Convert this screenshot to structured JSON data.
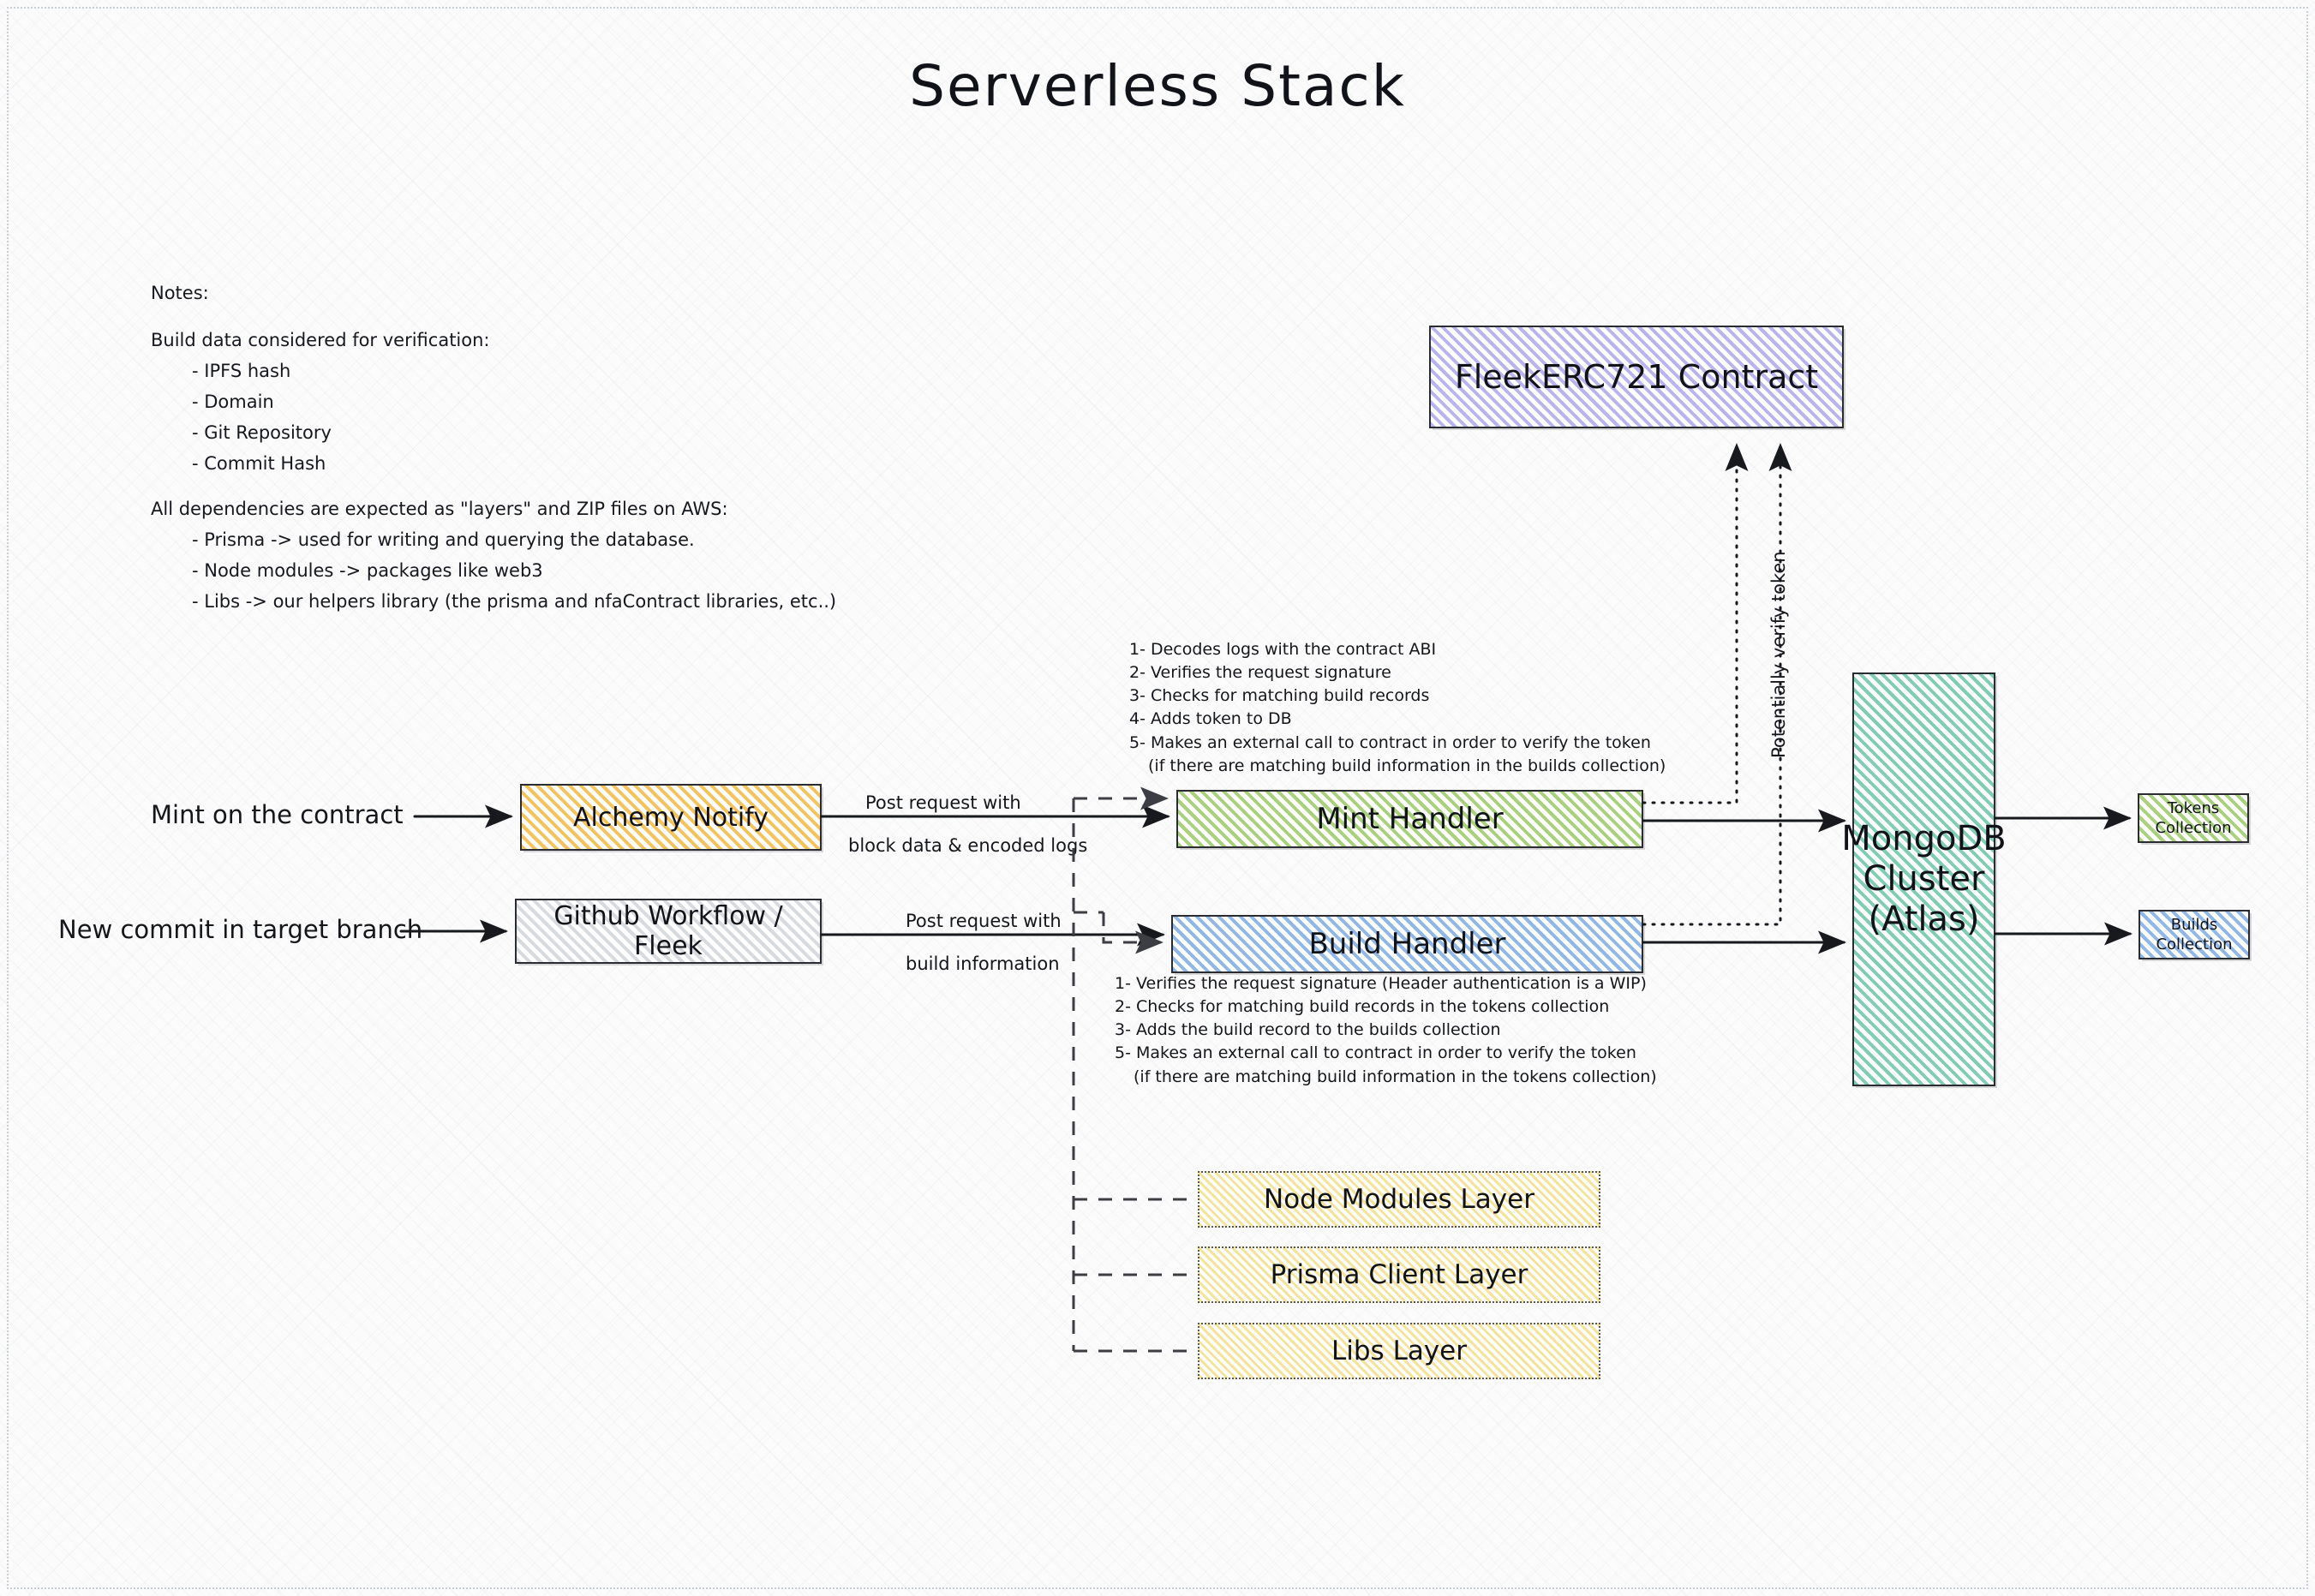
{
  "title": "Serverless Stack",
  "notes": {
    "heading": "Notes:",
    "sections": [
      {
        "text": "Build data considered for verification:",
        "items": [
          "- IPFS hash",
          "- Domain",
          "- Git Repository",
          "- Commit Hash"
        ]
      },
      {
        "text": "All dependencies are expected as \"layers\" and ZIP files on AWS:",
        "items": [
          "- Prisma -> used for writing and querying the database.",
          "- Node modules -> packages like web3",
          "- Libs -> our helpers library (the prisma and nfaContract libraries, etc..)"
        ]
      }
    ]
  },
  "nodes": {
    "contract": "FleekERC721 Contract",
    "alchemy": "Alchemy Notify",
    "github": "Github Workflow / Fleek",
    "mint_handler": "Mint Handler",
    "build_handler": "Build Handler",
    "mongodb": "MongoDB\nCluster\n(Atlas)",
    "mongodb_lines": [
      "MongoDB",
      "Cluster",
      "(Atlas)"
    ],
    "tokens_collection": [
      "Tokens",
      "Collection"
    ],
    "builds_collection": [
      "Builds",
      "Collection"
    ],
    "node_modules_layer": "Node Modules Layer",
    "prisma_client_layer": "Prisma Client Layer",
    "libs_layer": "Libs Layer"
  },
  "edges": {
    "mint_trigger": "Mint on the contract",
    "commit_trigger": "New commit in target branch",
    "mint_post_top": "Post request with",
    "mint_post_bottom": "block data & encoded logs",
    "build_post_top": "Post request with",
    "build_post_bottom": "build information",
    "verify_token": "Potentially verify token"
  },
  "mint_steps": [
    "1- Decodes logs with the contract ABI",
    "2- Verifies the request signature",
    "3- Checks for matching build records",
    "4- Adds token to DB",
    "5- Makes an external call to contract in order to verify the token",
    "(if there are matching build information in the builds collection)"
  ],
  "build_steps": [
    "1- Verifies the request signature (Header authentication is a WIP)",
    "2- Checks for matching build records in the tokens collection",
    "3- Adds the build record to the builds collection",
    "5- Makes an external call to contract in order to verify the token",
    "(if there are matching build information in the tokens collection)"
  ],
  "colors": {
    "contract": "#ded9ff",
    "alchemy": "#fde9bf",
    "github": "#f1f2f5",
    "mint_handler": "#dcefc4",
    "build_handler": "#cfe2f7",
    "mongodb": "#cdeee2",
    "tokens_collection": "#dcefc4",
    "builds_collection": "#cfe2f7",
    "layers": "#fcf3cc",
    "ink": "#14161a",
    "background": "#fbfbfb"
  }
}
